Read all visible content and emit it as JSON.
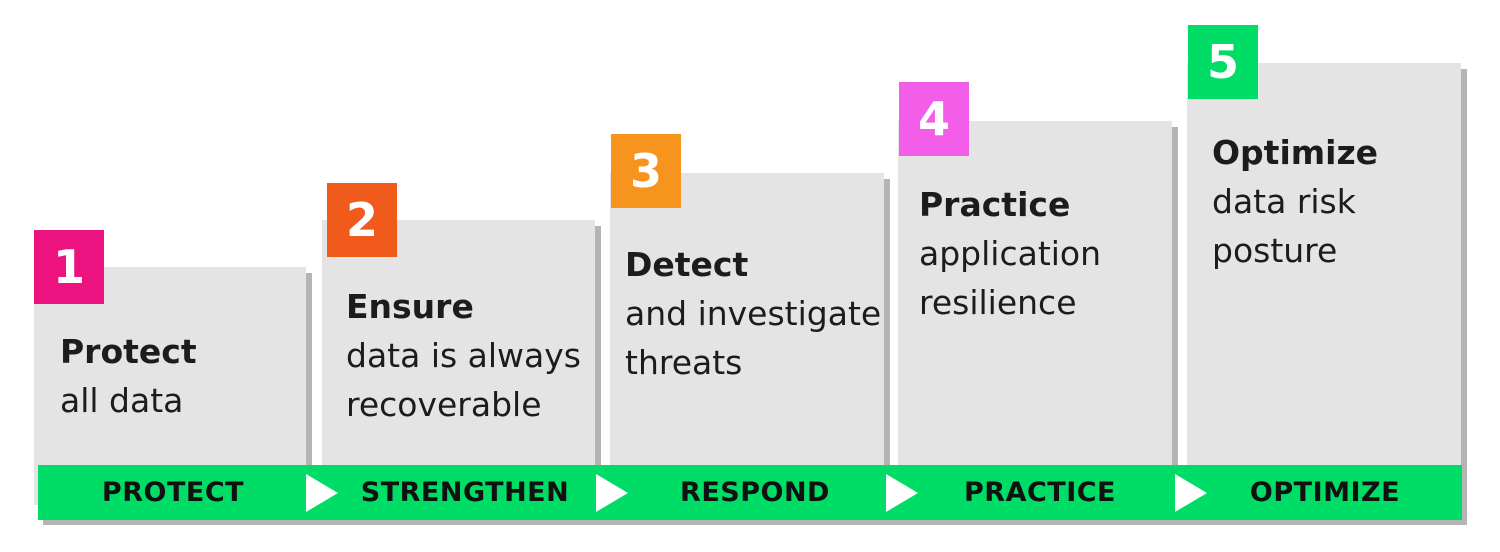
{
  "steps": [
    {
      "number": "1",
      "heading": "Protect",
      "body": "all data",
      "badge_color": "#ec1380"
    },
    {
      "number": "2",
      "heading": "Ensure",
      "body": "data is always\nrecoverable",
      "badge_color": "#f05a1a"
    },
    {
      "number": "3",
      "heading": "Detect",
      "body": "and investigate\nthreats",
      "badge_color": "#f7941d"
    },
    {
      "number": "4",
      "heading": "Practice",
      "body": "application\nresilience",
      "badge_color": "#f25ee8"
    },
    {
      "number": "5",
      "heading": "Optimize",
      "body": "data risk\nposture",
      "badge_color": "#00dd66"
    }
  ],
  "stages": [
    "PROTECT",
    "STRENGTHEN",
    "RESPOND",
    "PRACTICE",
    "OPTIMIZE"
  ],
  "colors": {
    "card": "#e4e4e4",
    "shadow": "#b4b4b4",
    "bar": "#00dd66",
    "arrow": "#ffffff"
  },
  "icons": {
    "stage_separator": "play-arrow-icon"
  }
}
